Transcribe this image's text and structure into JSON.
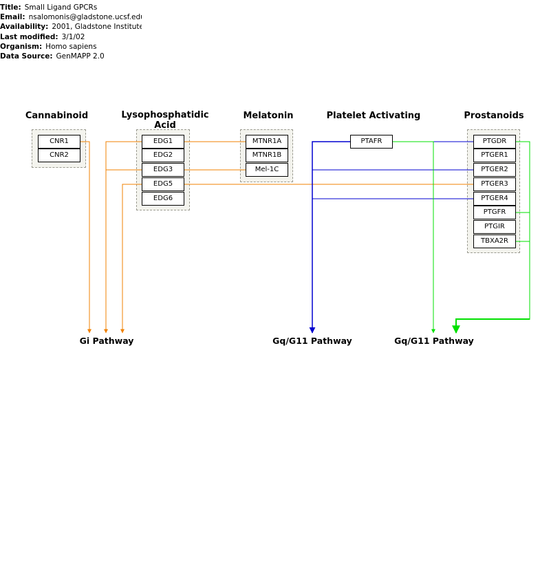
{
  "meta": {
    "title_label": "Title:",
    "title": "Small Ligand GPCRs",
    "email_label": "Email:",
    "email": "nsalomonis@gladstone.ucsf.edu",
    "availability_label": "Availability:",
    "availability": "2001, Gladstone Institute",
    "modified_label": "Last modified:",
    "modified": "3/1/02",
    "organism_label": "Organism:",
    "organism": "Homo sapiens",
    "source_label": "Data Source:",
    "source": "GenMAPP 2.0"
  },
  "groups": {
    "cannabinoid": "Cannabinoid",
    "lpa_line1": "Lysophosphatidic",
    "lpa_line2": "Acid",
    "melatonin": "Melatonin",
    "platelet": "Platelet Activating",
    "prostanoids": "Prostanoids"
  },
  "genes": {
    "CNR1": "CNR1",
    "CNR2": "CNR2",
    "EDG1": "EDG1",
    "EDG2": "EDG2",
    "EDG3": "EDG3",
    "EDG5": "EDG5",
    "EDG6": "EDG6",
    "MTNR1A": "MTNR1A",
    "MTNR1B": "MTNR1B",
    "MEL1C": "Mel-1C",
    "PTAFR": "PTAFR",
    "PTGDR": "PTGDR",
    "PTGER1": "PTGER1",
    "PTGER2": "PTGER2",
    "PTGER3": "PTGER3",
    "PTGER4": "PTGER4",
    "PTGFR": "PTGFR",
    "PTGIR": "PTGIR",
    "TBXA2R": "TBXA2R"
  },
  "pathways": {
    "gi": "Gi Pathway",
    "gq1": "Gq/G11 Pathway",
    "gq2": "Gq/G11 Pathway"
  },
  "colors": {
    "gi": "#f08000",
    "gq_blue": "#0000d0",
    "gq_green": "#00e000",
    "text": "#000000"
  }
}
